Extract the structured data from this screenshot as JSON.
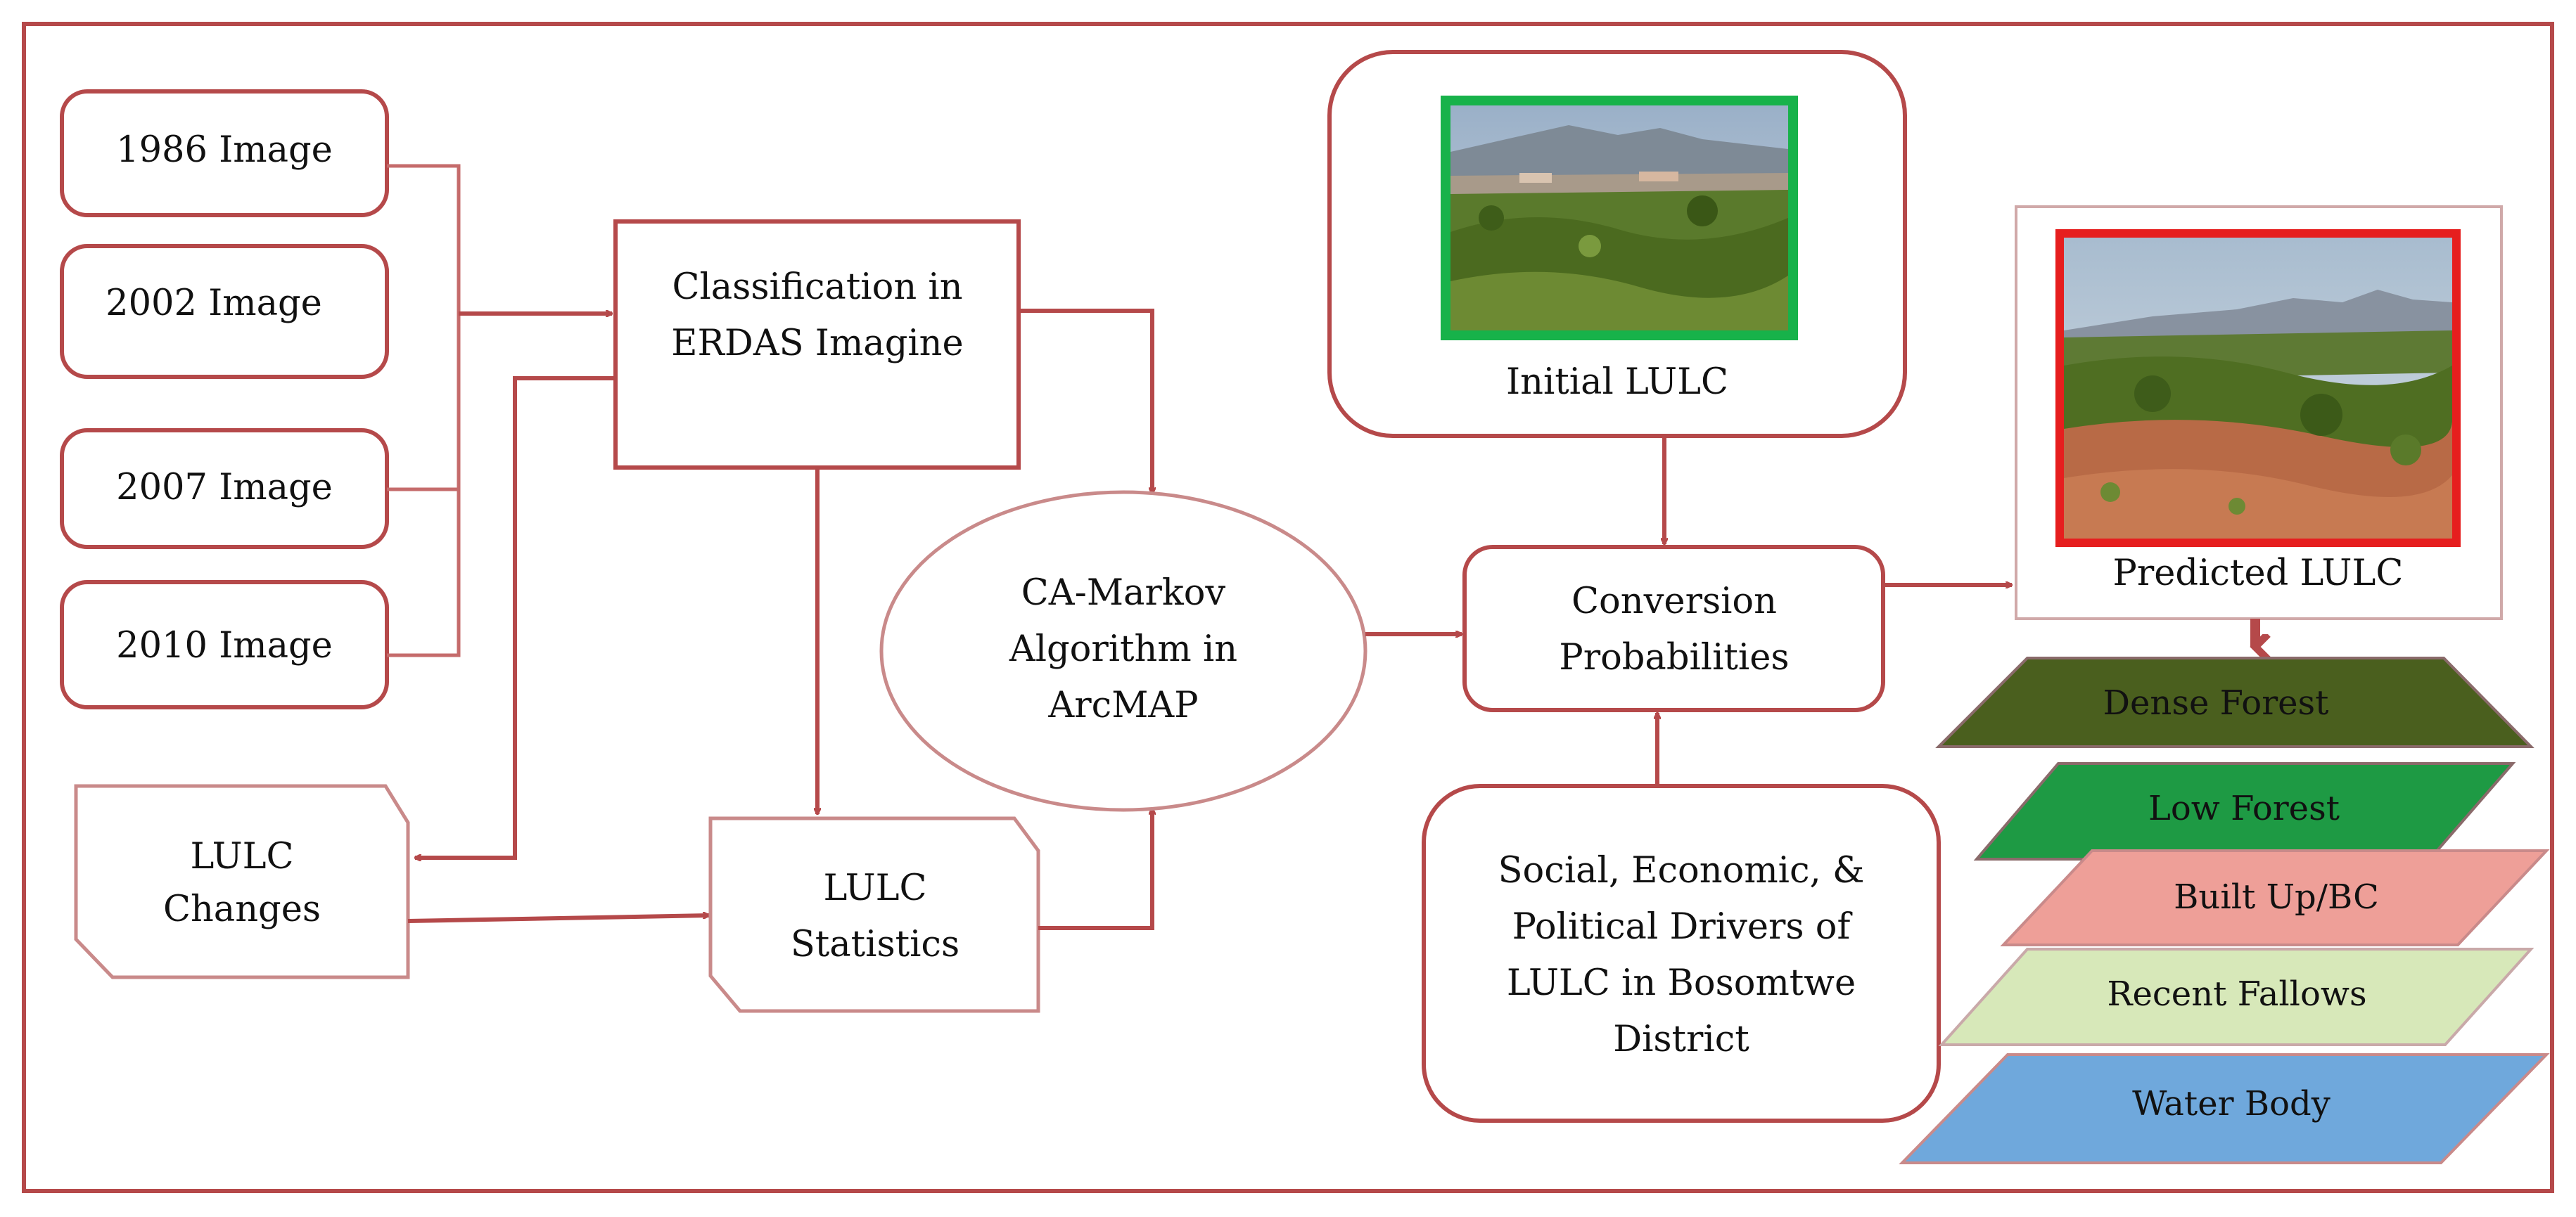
{
  "colors": {
    "frame": "#b5494a",
    "dense_forest": "#4a5f1e",
    "low_forest": "#1e9a44",
    "built_up": "#ee9f98",
    "recent_fallows": "#d7e8b9",
    "water_body": "#6fa8dc",
    "initial_photo_border": "#17b24a",
    "predicted_photo_border": "#e61e1e"
  },
  "images": [
    {
      "label": "1986 Image"
    },
    {
      "label": "2002 Image"
    },
    {
      "label": "2007 Image"
    },
    {
      "label": "2010 Image"
    }
  ],
  "classification": {
    "line1": "Classification in",
    "line2": "ERDAS  Imagine"
  },
  "lulc_changes": {
    "line1": "LULC",
    "line2": "Changes"
  },
  "lulc_statistics": {
    "line1": "LULC",
    "line2": "Statistics"
  },
  "ca_markov": {
    "line1": "CA-Markov",
    "line2": "Algorithm in",
    "line3": "ArcMAP"
  },
  "initial_lulc": {
    "caption": "Initial LULC"
  },
  "conversion": {
    "line1": "Conversion",
    "line2": "Probabilities"
  },
  "drivers": {
    "line1": "Social, Economic, &",
    "line2": "Political Drivers of",
    "line3": "LULC in Bosomtwe",
    "line4": "District"
  },
  "predicted_lulc": {
    "caption": "Predicted LULC"
  },
  "classes": [
    {
      "label": "Dense Forest"
    },
    {
      "label": "Low Forest"
    },
    {
      "label": "Built Up/BC"
    },
    {
      "label": "Recent Fallows"
    },
    {
      "label": "Water Body"
    }
  ]
}
